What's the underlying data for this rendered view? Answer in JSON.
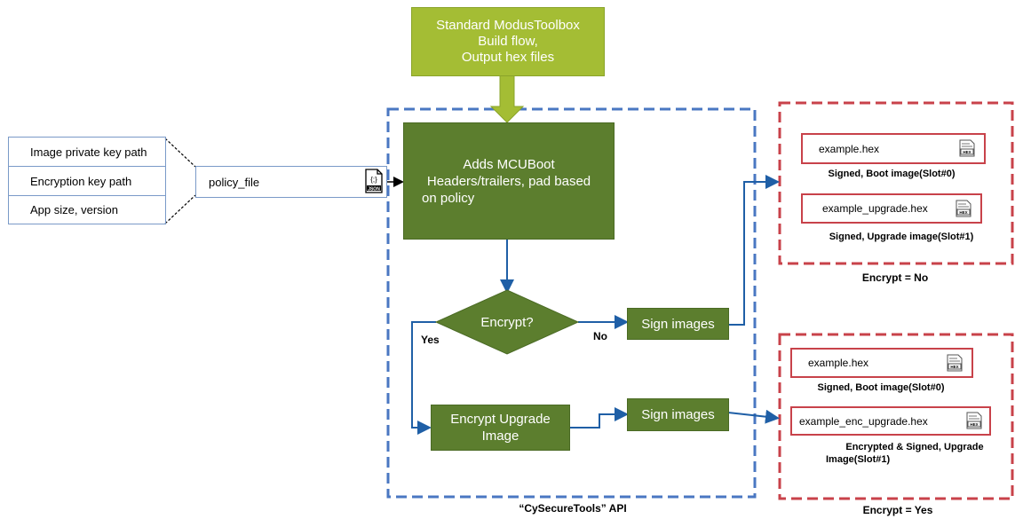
{
  "build": {
    "line1": "Standard ModusToolbox",
    "line2": "Build flow,",
    "line3": "Output hex files"
  },
  "inputs": {
    "items": [
      "Image private key path",
      "Encryption key path",
      "App size, version"
    ],
    "policy": "policy_file",
    "json_icon_label": "JSON"
  },
  "process": {
    "mcuboot": {
      "line1": "Adds MCUBoot",
      "line2": "Headers/trailers, pad based",
      "line3": "on policy"
    },
    "decision": "Encrypt?",
    "yes": "Yes",
    "no": "No",
    "sign_top": "Sign images",
    "encrypt_upgrade": {
      "line1": "Encrypt Upgrade",
      "line2": "Image"
    },
    "sign_bottom": "Sign images",
    "api_label": "“CySecureTools” API"
  },
  "output_no": {
    "file1": "example.hex",
    "caption1": "Signed, Boot image(Slot#0)",
    "file2": "example_upgrade.hex",
    "caption2": "Signed, Upgrade image(Slot#1)",
    "title": "Encrypt = No"
  },
  "output_yes": {
    "file1": "example.hex",
    "caption1": "Signed, Boot image(Slot#0)",
    "file2": "example_enc_upgrade.hex",
    "caption2_line1": "Encrypted & Signed, Upgrade",
    "caption2_line2": "Image(Slot#1)",
    "title": "Encrypt = Yes"
  },
  "icons": {
    "hex_file": "hex-file-icon",
    "json_file": "json-file-icon"
  },
  "colors": {
    "dashed_api": "#4a77c2",
    "dashed_red": "#c8424a",
    "green_dark": "#5c7e2e",
    "green_light": "#a4bd34",
    "arrow_blue": "#1f5fa6"
  }
}
